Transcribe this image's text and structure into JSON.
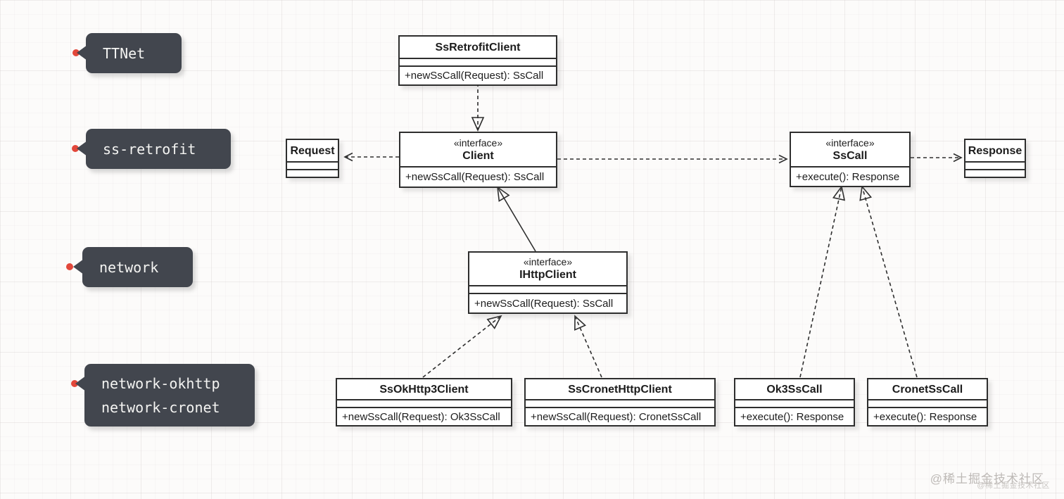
{
  "diagram": {
    "boxes": {
      "ssRetrofitClient": {
        "name": "SsRetrofitClient",
        "method": "+newSsCall(Request): SsCall"
      },
      "client": {
        "stereotype": "«interface»",
        "name": "Client",
        "method": "+newSsCall(Request): SsCall"
      },
      "request": {
        "name": "Request"
      },
      "ssCall": {
        "stereotype": "«interface»",
        "name": "SsCall",
        "method": "+execute(): Response"
      },
      "response": {
        "name": "Response"
      },
      "iHttpClient": {
        "stereotype": "«interface»",
        "name": "IHttpClient",
        "method": "+newSsCall(Request): SsCall"
      },
      "ssOkHttp3Client": {
        "name": "SsOkHttp3Client",
        "method": "+newSsCall(Request): Ok3SsCall"
      },
      "ssCronetHttpClient": {
        "name": "SsCronetHttpClient",
        "method": "+newSsCall(Request): CronetSsCall"
      },
      "ok3SsCall": {
        "name": "Ok3SsCall",
        "method": "+execute(): Response"
      },
      "cronetSsCall": {
        "name": "CronetSsCall",
        "method": "+execute(): Response"
      }
    },
    "relationships": [
      {
        "from": "SsRetrofitClient",
        "to": "Client",
        "type": "realization-dashed-hollow-triangle"
      },
      {
        "from": "Client",
        "to": "Request",
        "type": "dependency-dashed-open-arrow"
      },
      {
        "from": "Client",
        "to": "SsCall",
        "type": "dependency-dashed-open-arrow"
      },
      {
        "from": "SsCall",
        "to": "Response",
        "type": "dependency-dashed-open-arrow"
      },
      {
        "from": "IHttpClient",
        "to": "Client",
        "type": "generalization-solid-hollow-triangle"
      },
      {
        "from": "SsOkHttp3Client",
        "to": "IHttpClient",
        "type": "realization-dashed-hollow-triangle"
      },
      {
        "from": "SsCronetHttpClient",
        "to": "IHttpClient",
        "type": "realization-dashed-hollow-triangle"
      },
      {
        "from": "Ok3SsCall",
        "to": "SsCall",
        "type": "realization-dashed-hollow-triangle"
      },
      {
        "from": "CronetSsCall",
        "to": "SsCall",
        "type": "realization-dashed-hollow-triangle"
      }
    ]
  },
  "moduleLabels": [
    {
      "lines": [
        "TTNet"
      ]
    },
    {
      "lines": [
        "ss-retrofit"
      ]
    },
    {
      "lines": [
        "network"
      ]
    },
    {
      "lines": [
        "network-okhttp",
        "network-cronet"
      ]
    }
  ],
  "watermark": {
    "primary": "@稀土掘金技术社区",
    "secondary": "@稀土掘金技术社区"
  },
  "colors": {
    "background": "#fcfbfa",
    "box_border": "#2e2e2e",
    "box_background": "#ffffff",
    "label_background": "#42464e",
    "label_text": "#f4f4f2",
    "marker_dot": "#e2473a",
    "watermark": "#bdb9b6"
  }
}
